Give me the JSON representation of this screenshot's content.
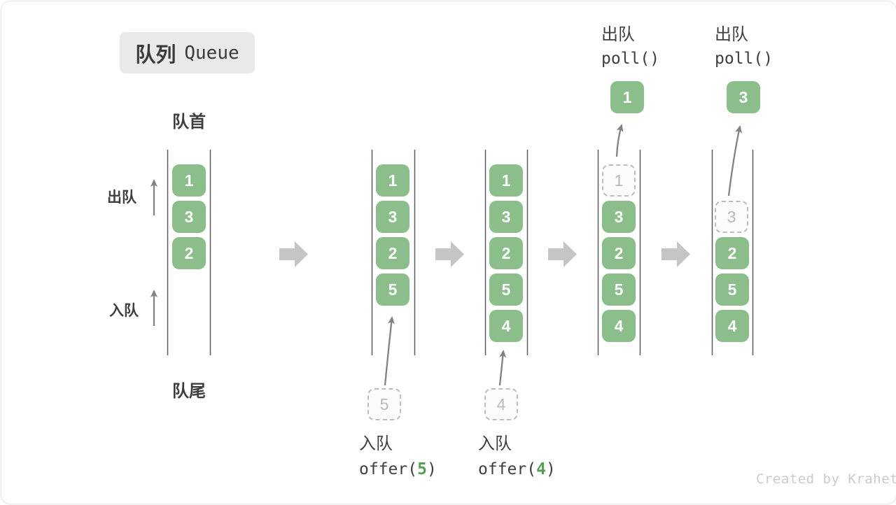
{
  "title": {
    "badge_zh": "队列",
    "badge_en": "Queue"
  },
  "labels": {
    "front": "队首",
    "rear": "队尾",
    "dequeue_side": "出队",
    "enqueue_side": "入队"
  },
  "ops": {
    "enqueue5": {
      "action": "入队",
      "code_pre": "offer(",
      "arg": "5",
      "code_post": ")"
    },
    "enqueue4": {
      "action": "入队",
      "code_pre": "offer(",
      "arg": "4",
      "code_post": ")"
    },
    "poll_first": {
      "action": "出队",
      "code": "poll()"
    },
    "poll_second": {
      "action": "出队",
      "code": "poll()"
    }
  },
  "states": [
    {
      "items": [
        "1",
        "3",
        "2"
      ]
    },
    {
      "items": [
        "1",
        "3",
        "2",
        "5"
      ],
      "incoming": "5"
    },
    {
      "items": [
        "1",
        "3",
        "2",
        "5",
        "4"
      ],
      "incoming": "4"
    },
    {
      "items": [
        "3",
        "2",
        "5",
        "4"
      ],
      "removed": "1"
    },
    {
      "items": [
        "2",
        "5",
        "4"
      ],
      "removed": "3"
    }
  ],
  "watermark": "Created by Krahets",
  "icons": {
    "step_arrow": "block-arrow-right",
    "flow_arrow": "thin-arrow"
  },
  "colors": {
    "box_green": "#8CBE8C",
    "arg_green": "#55A055",
    "block_arrow": "#C5C5C5",
    "thin_arrow": "#828282",
    "line": "#5A5A5A",
    "text": "#3E3E3E",
    "ghost_border": "#BDBDBD",
    "ghost_text": "#B9B9B9",
    "badge_bg": "#E9E9E9",
    "watermark": "#CBCBCB"
  }
}
